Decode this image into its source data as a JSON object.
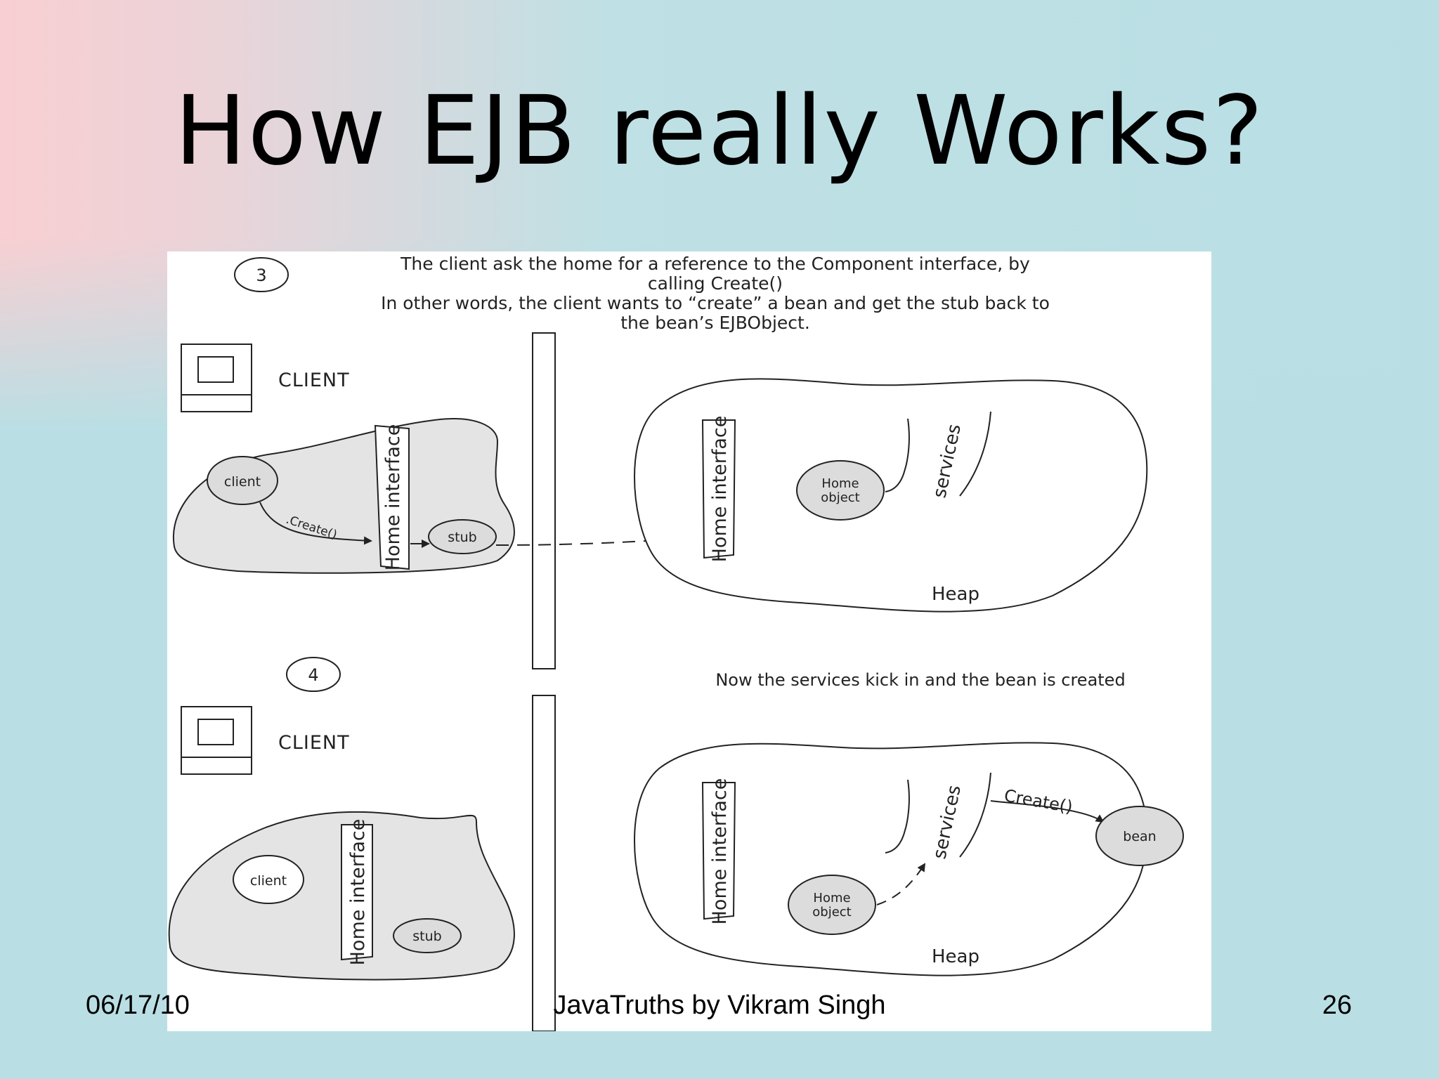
{
  "slide": {
    "title": "How EJB really Works?",
    "footer_date": "06/17/10",
    "footer_author": "JavaTruths by Vikram Singh",
    "page_number": "26"
  },
  "diagram": {
    "step3": {
      "number": "3",
      "caption_line1": "The client ask the home for a reference to the Component interface, by",
      "caption_line2": "calling Create()",
      "caption_line3": "In other words, the client wants to “create” a bean and get the stub back to",
      "caption_line4": "the bean’s EJBObject.",
      "client_label": "CLIENT",
      "client_node": "client",
      "create_call": ".Create()",
      "home_interface": "Home interface",
      "stub": "stub",
      "server_home_interface": "Home interface",
      "home_object_line1": "Home",
      "home_object_line2": "object",
      "services": "services",
      "heap": "Heap"
    },
    "step4": {
      "number": "4",
      "caption": "Now the services kick in and the bean is created",
      "client_label": "CLIENT",
      "client_node": "client",
      "home_interface": "Home interface",
      "stub": "stub",
      "server_home_interface": "Home interface",
      "home_object_line1": "Home",
      "home_object_line2": "object",
      "services": "services",
      "create_call": "Create()",
      "bean": "bean",
      "heap": "Heap"
    }
  }
}
